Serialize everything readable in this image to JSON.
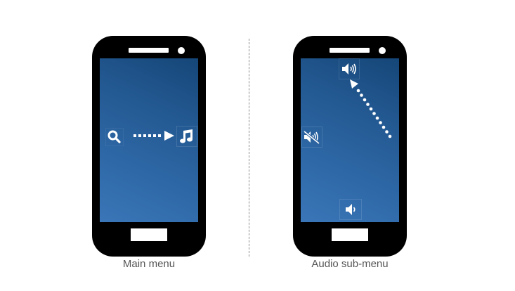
{
  "diagram": {
    "panels": [
      {
        "caption": "Main menu",
        "icons": [
          "search-icon",
          "music-note-icon"
        ],
        "arrow": {
          "from": "search-icon",
          "to": "music-note-icon",
          "style": "dotted",
          "direction": "right"
        }
      },
      {
        "caption": "Audio sub-menu",
        "icons": [
          "volume-high-icon",
          "volume-mute-icon",
          "volume-low-icon"
        ],
        "arrow": {
          "from": "bottom-right",
          "to": "volume-high-icon",
          "style": "dotted",
          "direction": "up-left"
        }
      }
    ],
    "divider": {
      "style": "dashed",
      "color": "#8a8a8a"
    }
  },
  "colors": {
    "phone_body": "#000000",
    "screen_top": "#154678",
    "screen_bottom": "#3a76b8",
    "icon": "#ffffff",
    "caption": "#555555"
  }
}
